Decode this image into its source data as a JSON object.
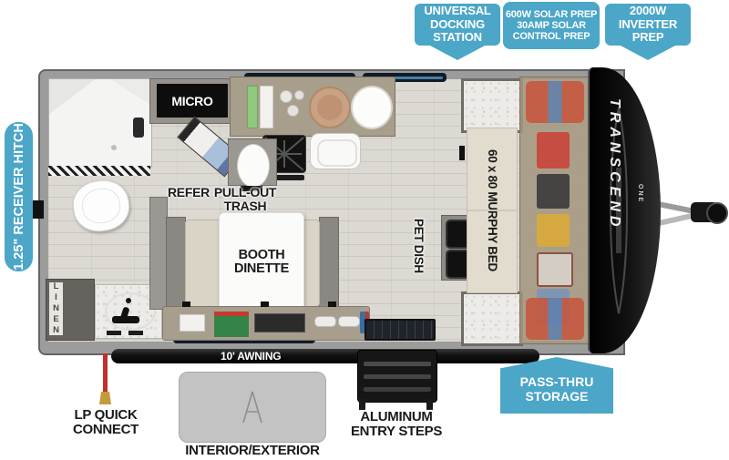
{
  "callouts": {
    "universal_docking": {
      "lines": [
        "UNIVERSAL",
        "DOCKING",
        "STATION"
      ]
    },
    "solar_prep": {
      "lines": [
        "600W SOLAR PREP",
        "30AMP SOLAR",
        "CONTROL PREP"
      ]
    },
    "inverter_prep": {
      "lines": [
        "2000W",
        "INVERTER",
        "PREP"
      ]
    },
    "receiver_hitch": {
      "label": "1.25\" RECEIVER HITCH"
    },
    "pass_thru_storage": {
      "lines": [
        "PASS-THRU",
        "STORAGE"
      ]
    }
  },
  "floorplan": {
    "micro": "MICRO",
    "refer": "REFER",
    "pull_out_trash": {
      "lines": [
        "PULL-OUT",
        "TRASH"
      ]
    },
    "booth_dinette": {
      "lines": [
        "BOOTH",
        "DINETTE"
      ]
    },
    "pet_dish": "PET DISH",
    "murphy_bed": "60 x 80 MURPHY BED",
    "linen": "LINEN"
  },
  "exterior": {
    "awning": "10' AWNING",
    "lp_quick_connect": {
      "lines": [
        "LP QUICK",
        "CONNECT"
      ]
    },
    "interior_exterior_table": "INTERIOR/EXTERIOR TABLE",
    "aluminum_entry_steps": {
      "lines": [
        "ALUMINUM",
        "ENTRY STEPS"
      ]
    }
  },
  "brand": {
    "name": "TRANSCEND",
    "series": "ONE"
  },
  "colors": {
    "callout_blue": "#4BA6C8",
    "label_text": "#1A1A1A",
    "lp_hose_red": "#C1312B",
    "brass_fitting": "#C49B3C",
    "awning_black": "#141414",
    "front_cap_black": "#0B0B0B"
  }
}
